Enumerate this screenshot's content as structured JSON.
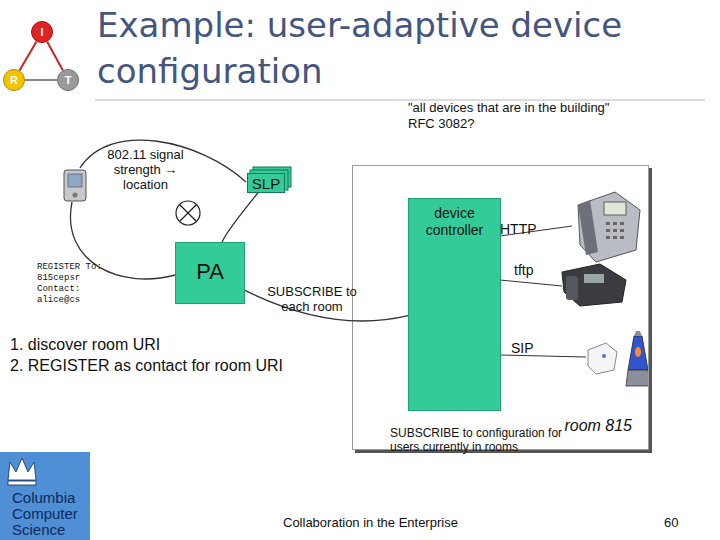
{
  "diagram": {
    "title": "Example: user-adaptive device configuration",
    "nodes": [
      {
        "text": [
          "I"
        ]
      },
      {
        "text": [
          "R"
        ]
      },
      {
        "text": [
          "T"
        ]
      },
      {
        "text": [
          "SLP"
        ]
      },
      {
        "text": [
          "room 815"
        ]
      },
      {
        "text": [
          "device controller"
        ],
        "in": 4
      },
      {
        "text": [
          "PA"
        ]
      },
      {
        "text": [
          "Columbia Computer Science"
        ]
      }
    ],
    "edges": [
      {
        "from": 0,
        "to": 1,
        "arrow": "none"
      },
      {
        "from": 0,
        "to": 2,
        "arrow": "none"
      },
      {
        "from": 1,
        "to": 2,
        "arrow": "none"
      },
      {
        "from": 6,
        "to": 3,
        "arrow": "none"
      },
      {
        "from": 6,
        "to": 5,
        "label": "SUBSCRIBE to each room",
        "arrow": "none"
      }
    ],
    "labels": [
      "\"all devices that are in the building\"",
      "RFC 3082?",
      "802.11 signal strength → location",
      "REGISTER To: 815cepsr Contact: alice@cs",
      "HTTP",
      "tftp",
      "SIP",
      "1. discover room URI",
      "2. REGISTER as contact for room URI",
      "SUBSCRIBE to configuration for users currently in rooms",
      "Collaboration in the Enterprise",
      "60"
    ]
  }
}
